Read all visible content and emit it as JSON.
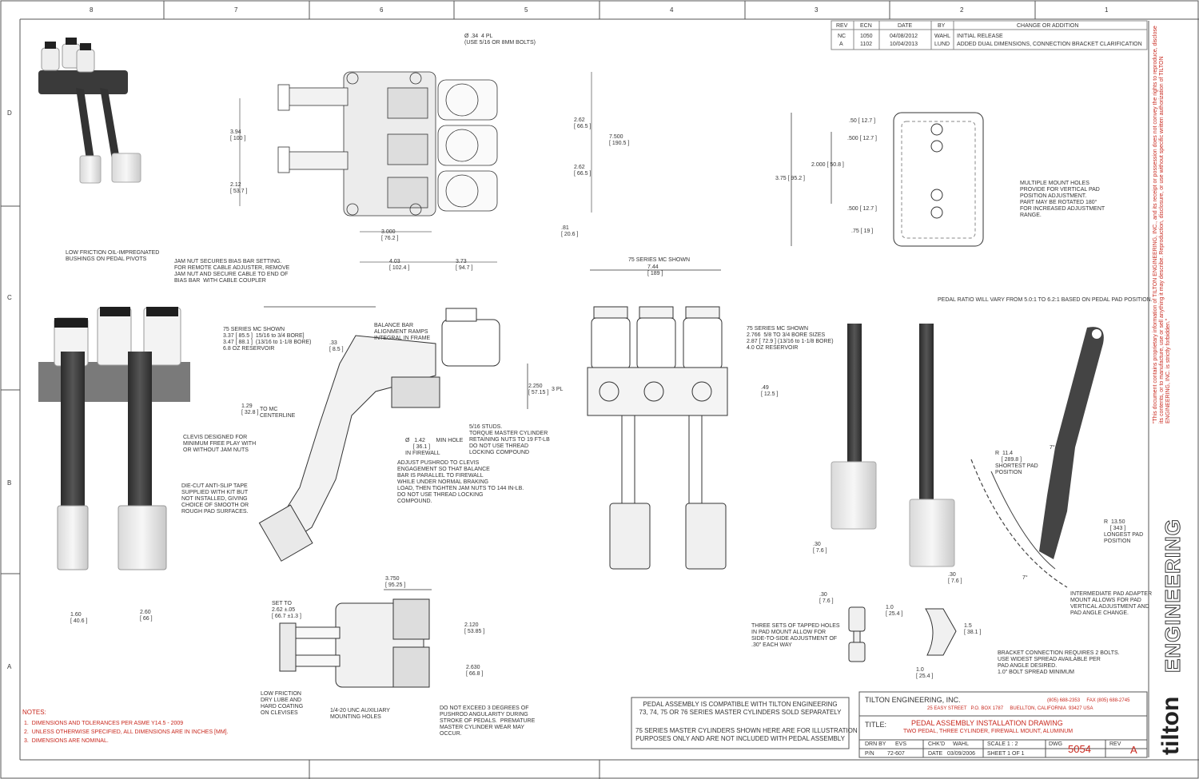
{
  "zones": {
    "top": [
      "8",
      "7",
      "6",
      "5",
      "4",
      "3",
      "2",
      "1"
    ],
    "side": [
      "D",
      "C",
      "B",
      "A"
    ]
  },
  "revision_table": {
    "headers": [
      "REV",
      "ECN",
      "DATE",
      "BY",
      "CHANGE OR ADDITION"
    ],
    "rows": [
      {
        "rev": "NC",
        "ecn": "1050",
        "date": "04/08/2012",
        "by": "WAHL",
        "change": "INITIAL RELEASE"
      },
      {
        "rev": "A",
        "ecn": "1102",
        "date": "10/04/2013",
        "by": "LUND",
        "change": "ADDED DUAL DIMENSIONS, CONNECTION BRACKET CLARIFICATION"
      }
    ]
  },
  "proprietary_notice": "\"This document contains proprietary information of TILTON ENGINEERING, INC., and its receipt or possession does not convey the rights to reproduce, disclose its contents, or to manufacture, use or sell anything it may describe. Reproduction, disclosure, or use without specific written authorization of TILTON ENGINEERING, INC. is strictly forbidden.\"",
  "brand": {
    "side_text": "ENGINEERING",
    "logo_text": "tilton",
    "red": "#c8281e"
  },
  "top_view": {
    "bolts": "Ø .34  4 PL\n(USE 5/16 OR 8MM BOLTS)",
    "d394": "3.94\n[ 100 ]",
    "d212": "2.12\n[ 53.7 ]",
    "d262a": "2.62\n[ 66.5 ]",
    "d262b": "2.62\n[ 66.5 ]",
    "d7500": "7.500\n[ 190.5 ]",
    "d3000": "3.000\n[ 76.2 ]",
    "d81": ".81\n[ 20.6 ]",
    "d403": "4.03\n[ 102.4 ]",
    "d373": "3.73\n[ 94.7 ]"
  },
  "pad_plate": {
    "d50a": ".50 [ 12.7 ]",
    "d500a": ".500 [ 12.7 ]",
    "d2000": "2.000 [ 50.8 ]",
    "d375": "3.75 [ 95.2 ]",
    "d500b": ".500 [ 12.7 ]",
    "d75": ".75 [ 19 ]",
    "note": "MULTIPLE MOUNT HOLES\nPROVIDE FOR VERTICAL PAD\nPOSITION ADJUSTMENT.\nPART MAY BE ROTATED 180°\nFOR INCREASED ADJUSTMENT\nRANGE."
  },
  "front_callouts": {
    "bushings": "LOW FRICTION OIL-IMPREGNATED\nBUSHINGS ON PEDAL PIVOTS",
    "jam_nut": "JAM NUT SECURES BIAS BAR SETTING.\nFOR REMOTE CABLE ADJUSTER, REMOVE\nJAM NUT AND SECURE CABLE TO END OF\nBIAS BAR  WITH CABLE COUPLER",
    "clevis": "CLEVIS DESIGNED FOR\nMINIMUM FREE PLAY WITH\nOR WITHOUT JAM NUTS",
    "tape": "DIE-CUT ANTI-SLIP TAPE\nSUPPLIED WITH KIT BUT\nNOT INSTALLED, GIVING\nCHOICE OF SMOOTH OR\nROUGH PAD SURFACES.",
    "d160": "1.60\n[ 40.6 ]",
    "d260": "2.60\n[ 66 ]"
  },
  "side_view": {
    "mc75": "75 SERIES MC SHOWN\n3.37 [ 85.5 ]  15/16 to 3/4 BORE]\n3.47 [ 88.1 ]  (13/16 to 1-1/8 BORE)\n6.8 OZ RESERVOIR",
    "d33": ".33\n[ 8.5 ]",
    "balance": "BALANCE BAR\nALIGNMENT RAMPS\nINTEGRAL IN FRAME",
    "d2250": "2.250\n[ 57.15 ]",
    "pl3": "3 PL",
    "d129": "1.29\n[ 32.8 ]",
    "to_mc": "TO MC\nCENTERLINE",
    "studs": "5/16 STUDS.\nTORQUE MASTER CYLINDER\nRETAINING NUTS TO 19 FT-LB\nDO NOT USE THREAD\nLOCKING COMPOUND",
    "hole": "Ø   1.42       MIN HOLE\n     [ 36.1 ]\nIN FIREWALL",
    "pushrod": "ADJUST PUSHROD TO CLEVIS\nENGAGEMENT SO THAT BALANCE\nBAR IS PARALLEL TO FIREWALL\nWHILE UNDER NORMAL BRAKING\nLOAD, THEN TIGHTEN JAM NUTS TO 144 IN-LB.\nDO NOT USE THREAD LOCKING\nCOMPOUND."
  },
  "rear_view": {
    "title": "75 SERIES MC SHOWN",
    "d744": "7.44\n[ 189 ]",
    "mc": "75 SERIES MC SHOWN\n2.766  5/8 TO 3/4 BORE SIZES\n2.87 [ 72.9 ] (13/16 to 1-1/8 BORE)\n4.0 OZ RESERVOIR",
    "d49": ".49\n[ 12.5 ]"
  },
  "pedal_ratio": {
    "note": "PEDAL RATIO WILL VARY FROM 5.0:1 TO 6.2:1 BASED ON PEDAL PAD POSITION.",
    "short": "R  11.4\n    [ 289.8 ]\nSHORTEST PAD\nPOSITION",
    "long": "R  13.50\n    [ 343 ]\nLONGEST PAD\nPOSITION",
    "deg1": "7°",
    "deg2": "7°",
    "d30a": ".30\n[ 7.6 ]",
    "d30b": ".30\n[ 7.6 ]"
  },
  "bottom_view": {
    "d3750": "3.750\n[ 95.25 ]",
    "set_to": "SET TO\n2.62 ±.05\n[ 66.7 ±1.3 ]",
    "d2120": "2.120\n[ 53.85 ]",
    "d2630": "2.630\n[ 66.8 ]",
    "lube": "LOW FRICTION\nDRY LUBE AND\nHARD COATING\nON CLEVISES",
    "unc": "1/4-20 UNC AUXILIARY\nMOUNTING HOLES",
    "angularity": "DO NOT EXCEED 3 DEGREES OF\nPUSHROD ANGULARITY DURING\nSTROKE OF PEDALS.  PREMATURE\nMASTER CYLINDER WEAR MAY\nOCCUR."
  },
  "pad_details": {
    "d30": ".30\n[ 7.6 ]",
    "tapped": "THREE SETS OF TAPPED HOLES\nIN PAD MOUNT ALLOW FOR\nSIDE-TO-SIDE ADJUSTMENT OF\n.30\" EACH WAY",
    "d10a": "1.0\n[ 25.4 ]",
    "d15": "1.5\n[ 38.1 ]",
    "d10b": "1.0\n[ 25.4 ]",
    "bracket": "BRACKET CONNECTION REQUIRES 2 BOLTS.\nUSE WIDEST SPREAD AVAILABLE PER\nPAD ANGLE DESIRED.\n1.0\" BOLT SPREAD MINIMUM",
    "adapter": "INTERMEDIATE PAD ADAPTER\nMOUNT ALLOWS FOR PAD\nVERTICAL ADJUSTMENT AND\nPAD ANGLE CHANGE."
  },
  "notes": {
    "title": "NOTES:",
    "items": [
      "1.  DIMENSIONS AND TOLERANCES PER ASME Y14.5 - 2009",
      "2.  UNLESS OTHERWISE SPECIFIED, ALL DIMENSIONS ARE IN INCHES [MM].",
      "3.  DIMENSIONS ARE NOMINAL."
    ]
  },
  "compat_box": {
    "line1": "PEDAL ASSEMBLY IS COMPATIBLE WITH TILTON ENGINEERING\n73, 74, 75 OR 76 SERIES MASTER CYLINDERS SOLD SEPARATELY",
    "line2": "75 SERIES MASTER CYLINDERS SHOWN HERE ARE FOR ILLUSTRATION\nPURPOSES ONLY AND ARE NOT INCLUDED WITH PEDAL ASSEMBLY"
  },
  "title_block": {
    "company": "TILTON ENGINEERING, INC.",
    "phone": "(805) 688-2353     FAX (805) 688-2745",
    "address": "25 EASY STREET   P.O. BOX 1787     BUELLTON, CALIFORNIA  93427 USA",
    "title_label": "TITLE:",
    "title1": "PEDAL ASSEMBLY INSTALLATION DRAWING",
    "title2": "TWO PEDAL, THREE CYLINDER, FIREWALL MOUNT, ALUMINUM",
    "drn_label": "DRN BY",
    "drn": "EVS",
    "chkd_label": "CHK'D",
    "chkd": "WAHL",
    "scale": "SCALE 1 : 2",
    "dwg_label": "DWG",
    "dwg": "5054",
    "rev_label": "REV",
    "rev": "A",
    "pn_label": "P/N",
    "pn": "72-607",
    "date_label": "DATE",
    "date": "03/09/2006",
    "sheet": "SHEET 1 OF 1"
  }
}
